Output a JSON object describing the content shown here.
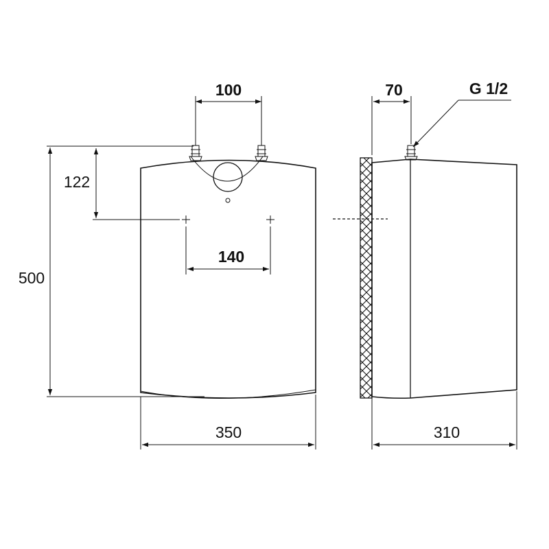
{
  "dimensions": {
    "pipe_spacing_top": "100",
    "height_to_mount": "122",
    "total_height": "500",
    "mount_spacing": "140",
    "width": "350",
    "wall_offset": "70",
    "thread": "G 1/2",
    "depth": "310"
  }
}
